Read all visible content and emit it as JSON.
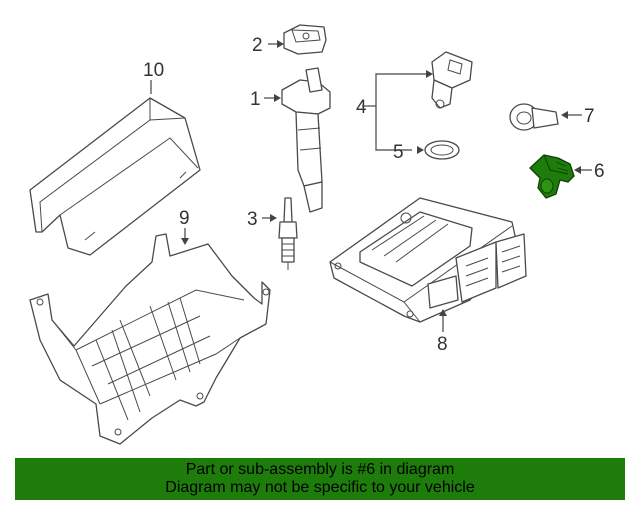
{
  "callouts": {
    "c1": "1",
    "c2": "2",
    "c3": "3",
    "c4": "4",
    "c5": "5",
    "c6": "6",
    "c7": "7",
    "c8": "8",
    "c9": "9",
    "c10": "10"
  },
  "highlight": {
    "part_number": "6",
    "color": "#1e7d0a"
  },
  "banner": {
    "line1": "Part or sub-assembly is #6 in diagram",
    "line2": "Diagram may not be specific to your vehicle"
  }
}
